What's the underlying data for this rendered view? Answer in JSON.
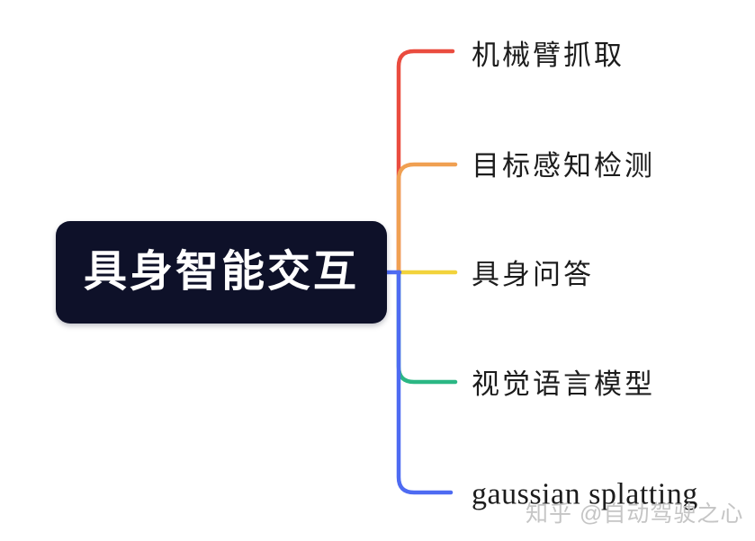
{
  "root_node": {
    "label": "具身智能交互",
    "background": "#0E1129",
    "text_color": "#FFFFFF"
  },
  "branches": [
    {
      "label": "机械臂抓取",
      "color": "#EA4C3F"
    },
    {
      "label": "目标感知检测",
      "color": "#F0A052"
    },
    {
      "label": "具身问答",
      "color": "#F2D33C"
    },
    {
      "label": "视觉语言模型",
      "color": "#2BB784"
    },
    {
      "label": "gaussian splatting",
      "color": "#4E6BF2"
    }
  ],
  "connector_color": "#4E6BF2",
  "watermark": {
    "text": "知乎 @自动驾驶之心",
    "color": "#C5C5C5"
  },
  "canvas_background": "#FFFFFF"
}
